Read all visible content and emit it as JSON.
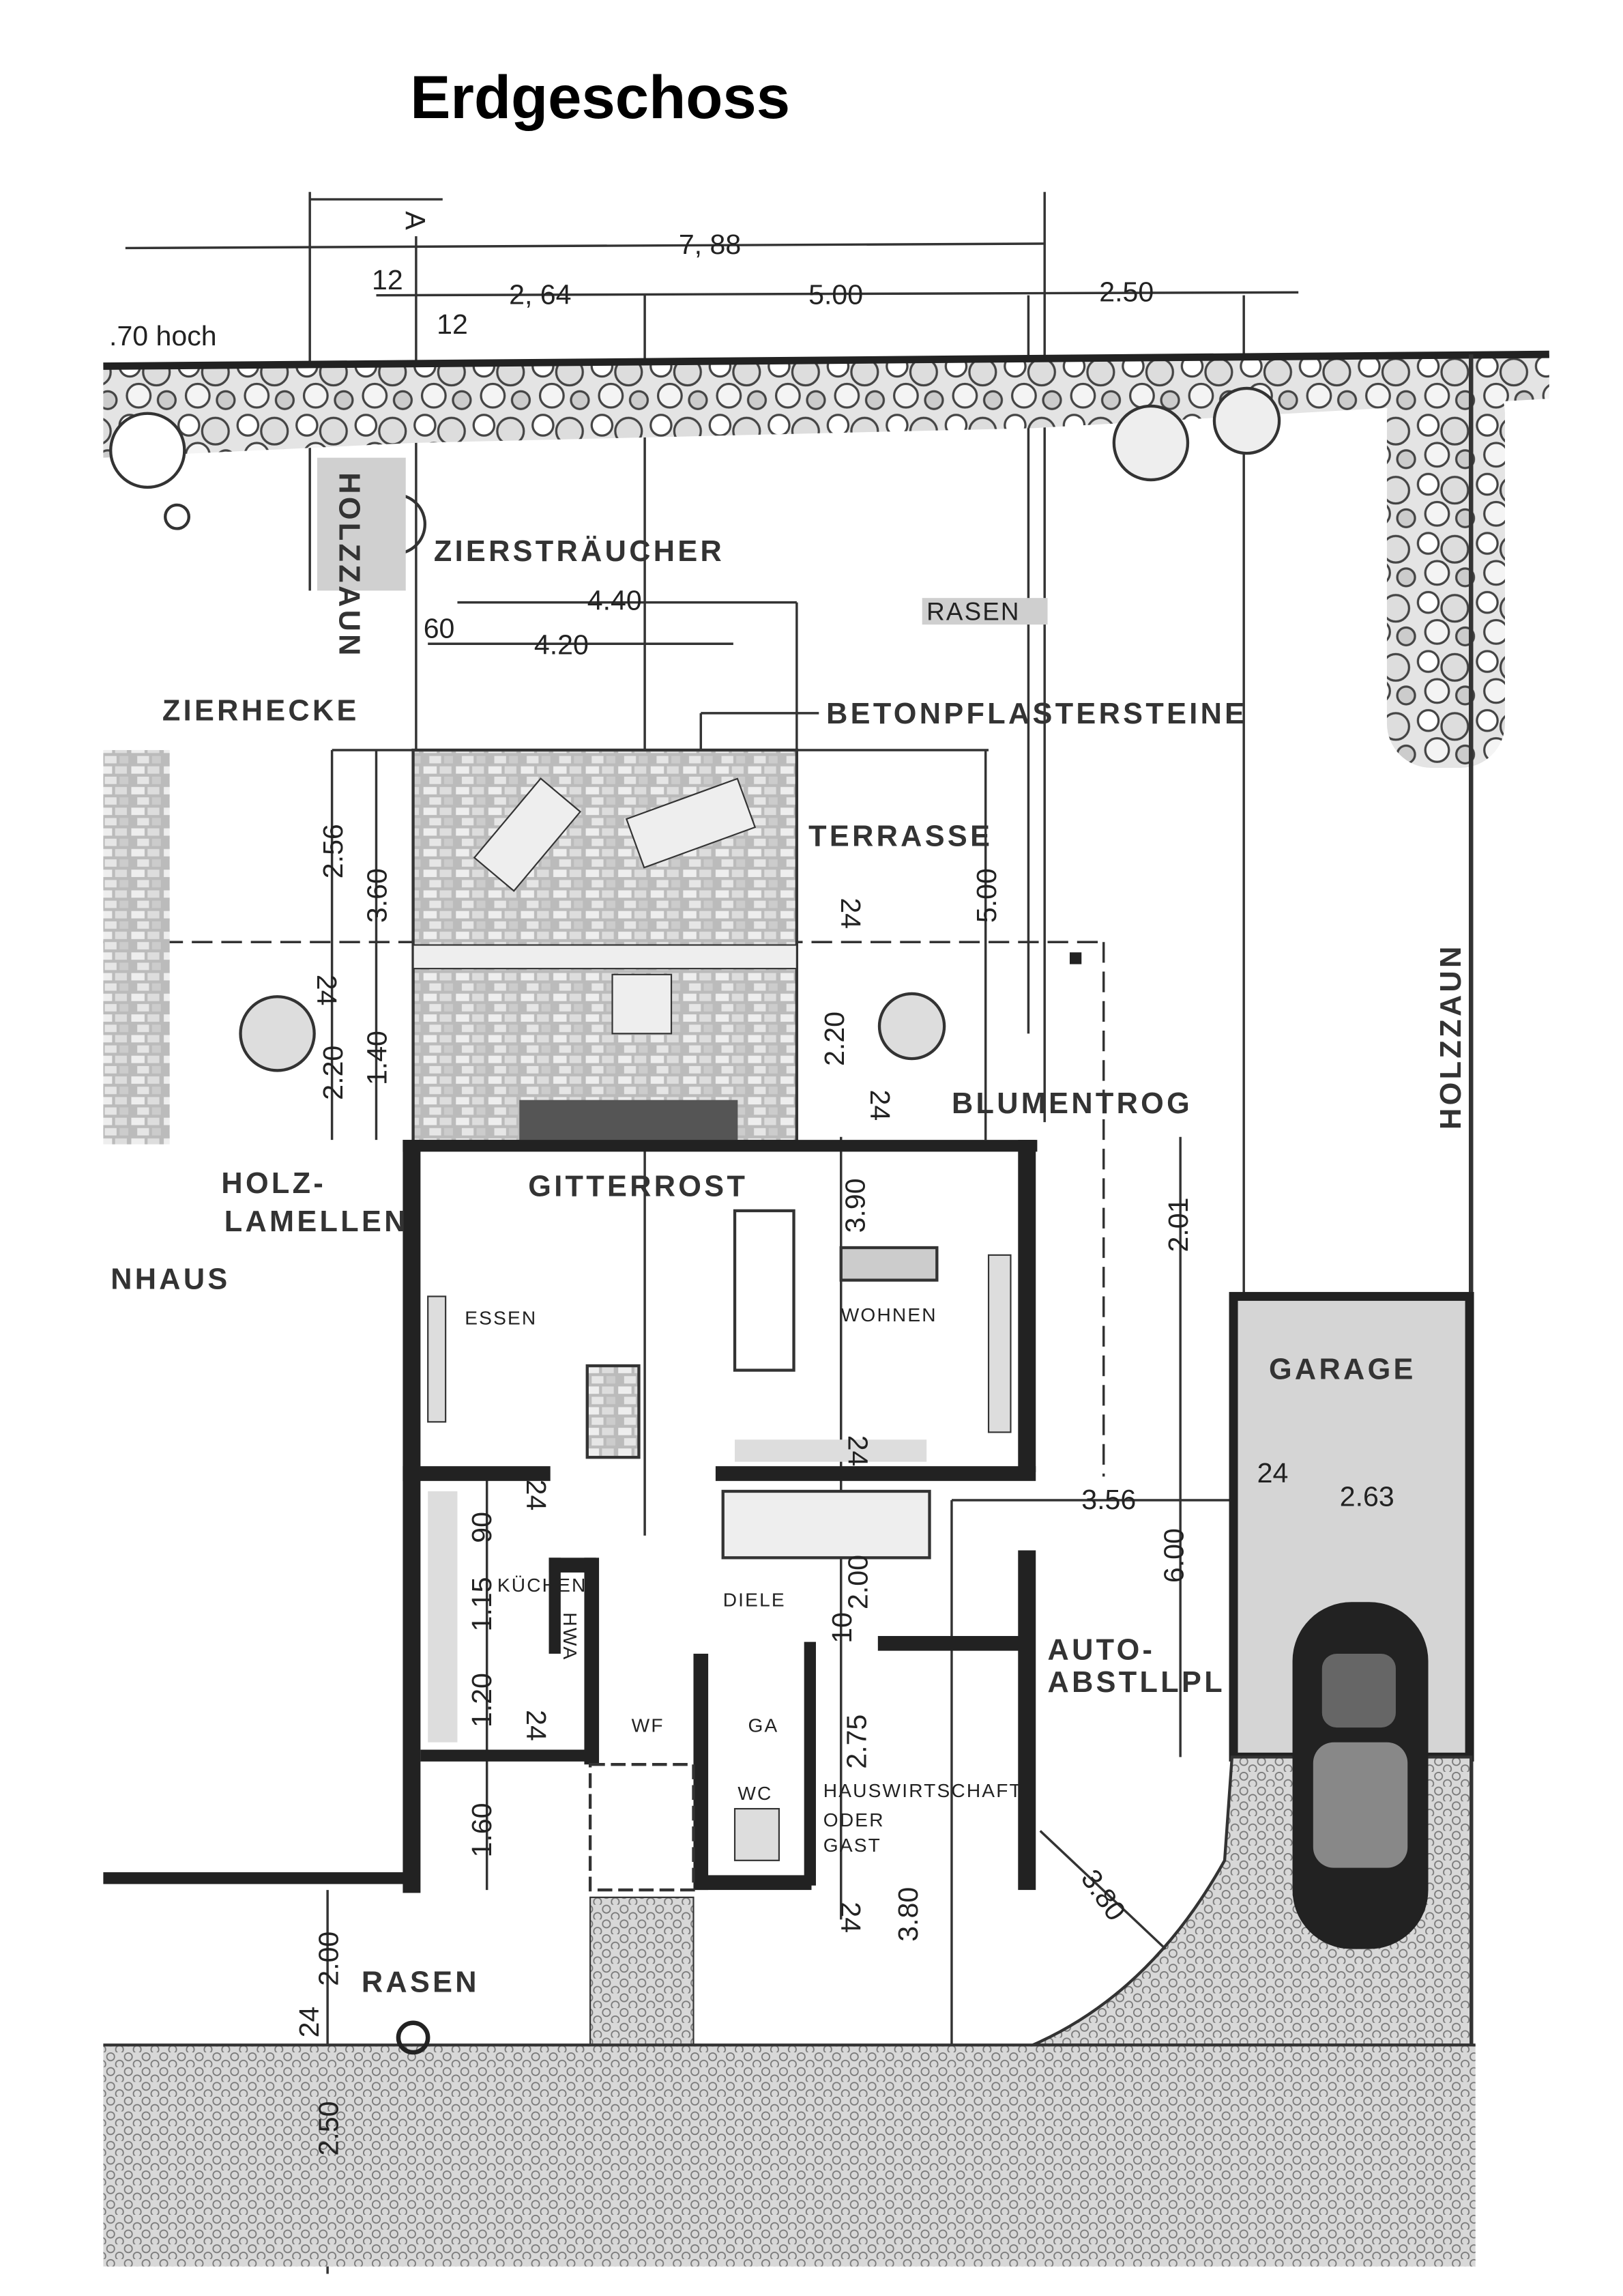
{
  "title": "Erdgeschoss",
  "dimensions": {
    "total_width": "7, 88",
    "d12a": "12",
    "d264": "2, 64",
    "d500": "5.00",
    "d250": "2.50",
    "d12b": "12",
    "hedge_height": ".70 hoch",
    "d440": "4.40",
    "d60": "60",
    "d420": "4.20",
    "d256": "2.56",
    "d360": "3.60",
    "d24a": "24",
    "d500v": "5.00",
    "d24b": "24",
    "d220a": "2.20",
    "d140": "1.40",
    "d220b": "2.20",
    "d24c": "24",
    "d390": "3.90",
    "d201": "2.01",
    "d24d": "24",
    "d24e": "24",
    "d263": "2.63",
    "d356": "3.56",
    "d24f": "24",
    "d90": "90",
    "d600": "6.00",
    "d200a": "2.00",
    "d115": "1.15",
    "d10": "10",
    "d120": "1.20",
    "d24g": "24",
    "d275": "2.75",
    "d160": "1.60",
    "d380a": "3.80",
    "d380b": "3.80",
    "d24h": "24",
    "d200b": "2.00",
    "d24i": "24",
    "d250v": "2.50",
    "section_marker": "A"
  },
  "labels": {
    "holzzaun_left": "HOLZZAUN",
    "ziersträucher": "ZIERSTRÄUCHER",
    "rasen_top": "RASEN",
    "zierhecke": "ZIERHECKE",
    "betonpflastersteine": "BETONPFLASTERSTEINE",
    "terrasse": "TERRASSE",
    "blumentrog": "BLUMENTROG",
    "holz": "HOLZ-",
    "lamellen": "LAMELLEN",
    "gitterrost": "GITTERROST",
    "nhaus": "NHAUS",
    "essen": "ESSEN",
    "wohnen": "WOHNEN",
    "holzzaun_right": "HOLZZAUN",
    "garage": "GARAGE",
    "kuechen": "KÜCHEN",
    "hwa": "HWA",
    "diele": "DIELE",
    "auto": "AUTO-",
    "abstellplatz": "ABSTLLPL",
    "wf": "WF",
    "ga": "GA",
    "wc": "WC",
    "hauswirtschaft": "HAUSWIRTSCHAFT",
    "oder": "ODER",
    "gast": "GAST",
    "rasen_bottom": "RASEN"
  }
}
